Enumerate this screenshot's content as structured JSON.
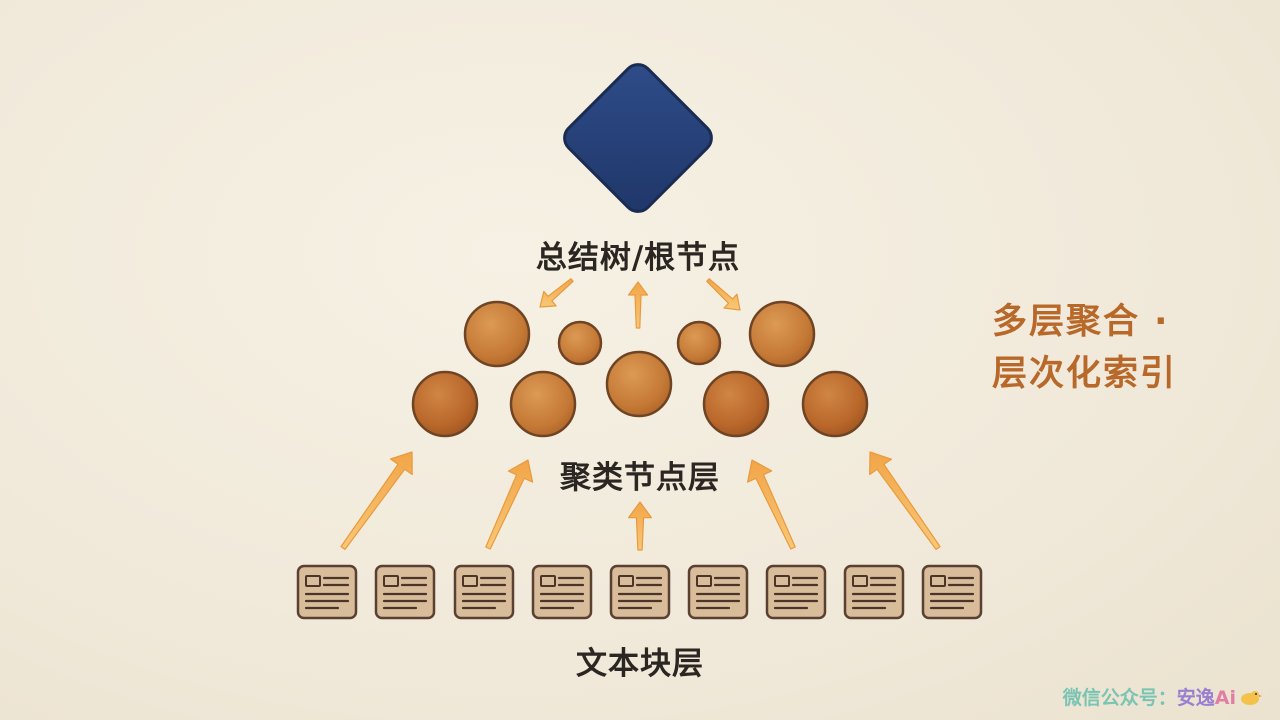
{
  "labels": {
    "root": "总结树/根节点",
    "cluster": "聚类节点层",
    "chunk": "文本块层"
  },
  "side_title": {
    "line1": "多层聚合 ·",
    "line2": "层次化索引"
  },
  "watermark": {
    "prefix": "微信公众号：",
    "name": "安逸",
    "suffix": "Ai"
  },
  "colors": {
    "root_node": "#25407a",
    "cluster_node": "#c97a35",
    "chunk_node": "#d7b895",
    "arrow": "#f6b055",
    "text": "#2b2622",
    "accent": "#b8692a"
  },
  "icons": {
    "root": "diamond-icon",
    "cluster": "circle-icon",
    "chunk": "document-icon",
    "watermark": "bird-icon"
  }
}
